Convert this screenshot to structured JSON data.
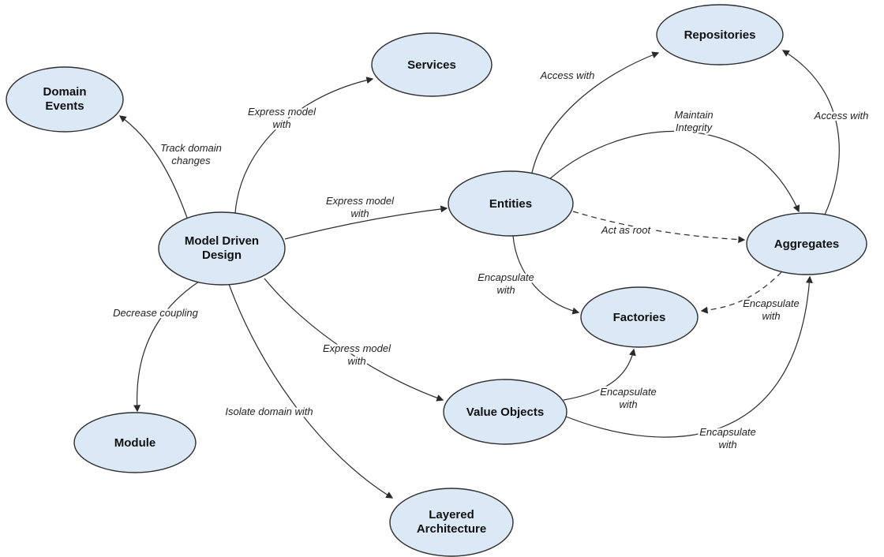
{
  "diagram": {
    "title": "Domain Driven Design concept map",
    "colors": {
      "node_fill": "#dbe8f6",
      "node_stroke": "#2e2e2e",
      "edge_stroke": "#2a2a2a",
      "label_color": "#222222",
      "background": "#ffffff"
    },
    "nodes": [
      {
        "id": "domain-events",
        "label": "Domain Events",
        "lines": [
          "Domain",
          "Events"
        ]
      },
      {
        "id": "services",
        "label": "Services",
        "lines": [
          "Services"
        ]
      },
      {
        "id": "repositories",
        "label": "Repositories",
        "lines": [
          "Repositories"
        ]
      },
      {
        "id": "model-driven-design",
        "label": "Model Driven Design",
        "lines": [
          "Model Driven",
          "Design"
        ]
      },
      {
        "id": "entities",
        "label": "Entities",
        "lines": [
          "Entities"
        ]
      },
      {
        "id": "aggregates",
        "label": "Aggregates",
        "lines": [
          "Aggregates"
        ]
      },
      {
        "id": "factories",
        "label": "Factories",
        "lines": [
          "Factories"
        ]
      },
      {
        "id": "module",
        "label": "Module",
        "lines": [
          "Module"
        ]
      },
      {
        "id": "value-objects",
        "label": "Value Objects",
        "lines": [
          "Value Objects"
        ]
      },
      {
        "id": "layered-architecture",
        "label": "Layered Architecture",
        "lines": [
          "Layered",
          "Architecture"
        ]
      }
    ],
    "edges": [
      {
        "from": "model-driven-design",
        "to": "domain-events",
        "label": "Track domain changes",
        "lines": [
          "Track domain",
          "changes"
        ],
        "style": "solid"
      },
      {
        "from": "model-driven-design",
        "to": "services",
        "label": "Express model with",
        "lines": [
          "Express model",
          "with"
        ],
        "style": "solid"
      },
      {
        "from": "model-driven-design",
        "to": "entities",
        "label": "Express model with",
        "lines": [
          "Express model",
          "with"
        ],
        "style": "solid"
      },
      {
        "from": "model-driven-design",
        "to": "value-objects",
        "label": "Express model with",
        "lines": [
          "Express model",
          "with"
        ],
        "style": "solid"
      },
      {
        "from": "model-driven-design",
        "to": "module",
        "label": "Decrease coupling",
        "lines": [
          "Decrease coupling"
        ],
        "style": "solid"
      },
      {
        "from": "model-driven-design",
        "to": "layered-architecture",
        "label": "Isolate domain with",
        "lines": [
          "Isolate domain with"
        ],
        "style": "solid"
      },
      {
        "from": "entities",
        "to": "repositories",
        "label": "Access with",
        "lines": [
          "Access with"
        ],
        "style": "solid"
      },
      {
        "from": "entities",
        "to": "aggregates",
        "label": "Act as root",
        "lines": [
          "Act as root"
        ],
        "style": "dashed"
      },
      {
        "from": "entities",
        "to": "factories",
        "label": "Encapsulate with",
        "lines": [
          "Encapsulate",
          "with"
        ],
        "style": "solid"
      },
      {
        "from": "entities",
        "to": "aggregates",
        "label": "Maintain Integrity",
        "lines": [
          "Maintain",
          "Integrity"
        ],
        "style": "solid"
      },
      {
        "from": "aggregates",
        "to": "repositories",
        "label": "Access with",
        "lines": [
          "Access with"
        ],
        "style": "solid"
      },
      {
        "from": "aggregates",
        "to": "factories",
        "label": "Encapsulate with",
        "lines": [
          "Encapsulate",
          "with"
        ],
        "style": "dashed"
      },
      {
        "from": "value-objects",
        "to": "factories",
        "label": "Encapsulate with",
        "lines": [
          "Encapsulate",
          "with"
        ],
        "style": "solid"
      },
      {
        "from": "value-objects",
        "to": "aggregates",
        "label": "Encapsulate with",
        "lines": [
          "Encapsulate",
          "with"
        ],
        "style": "solid"
      }
    ]
  }
}
